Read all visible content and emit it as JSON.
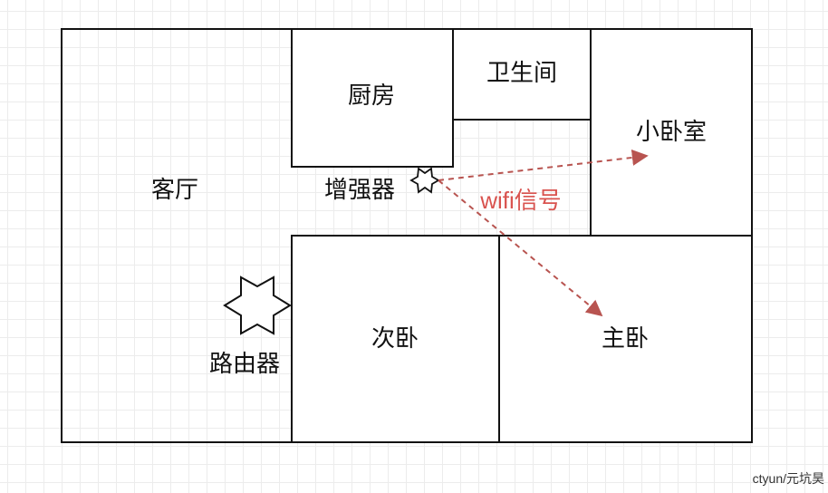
{
  "rooms": {
    "living_room": "客厅",
    "kitchen": "厨房",
    "bathroom": "卫生间",
    "small_bedroom": "小卧室",
    "second_bedroom": "次卧",
    "master_bedroom": "主卧"
  },
  "devices": {
    "router": "路由器",
    "extender": "增强器"
  },
  "signal_label": "wifi信号",
  "watermark": "ctyun/元坑昊",
  "colors": {
    "wall": "#111111",
    "signal": "#c0504d"
  }
}
